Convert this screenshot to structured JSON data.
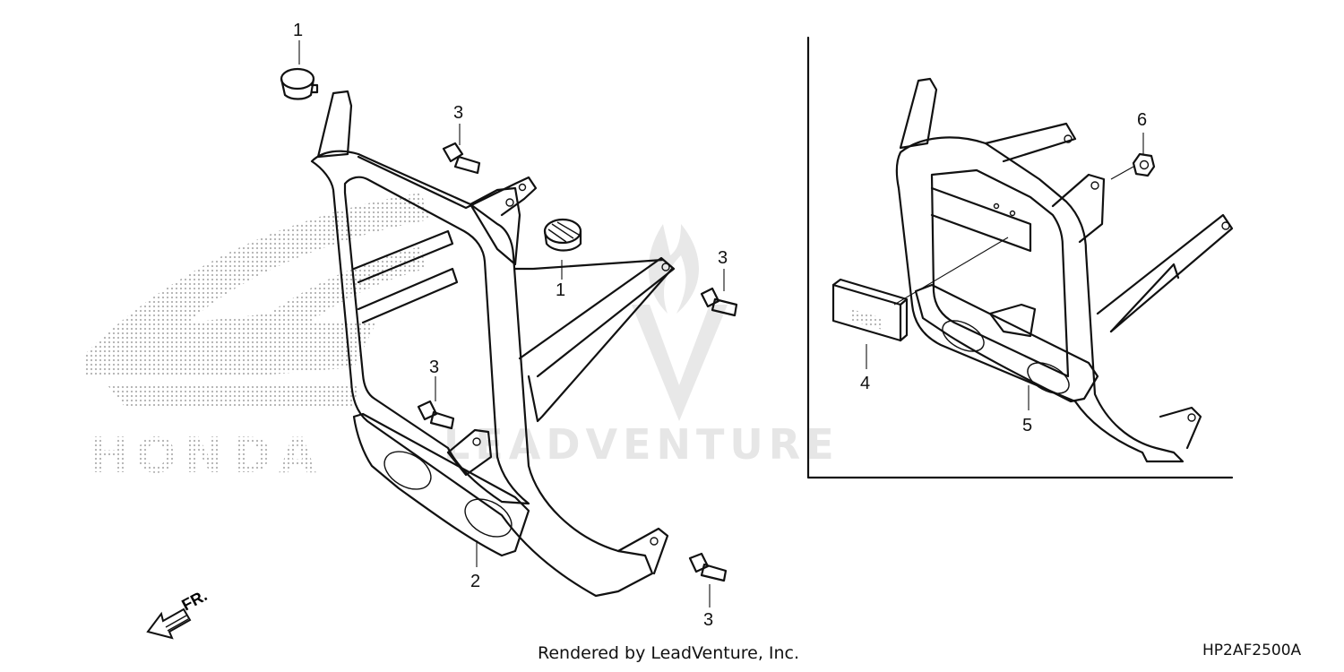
{
  "watermark": {
    "brand_text": "LEADVENTURE",
    "logo_text": "HONDA"
  },
  "callouts": {
    "c1a": "1",
    "c1b": "1",
    "c2": "2",
    "c3a": "3",
    "c3b": "3",
    "c3c": "3",
    "c3d": "3",
    "c4": "4",
    "c5": "5",
    "c6": "6"
  },
  "direction_label": "FR.",
  "footer": {
    "rendered_by": "Rendered by LeadVenture, Inc.",
    "ref_code": "HP2AF2500A"
  }
}
